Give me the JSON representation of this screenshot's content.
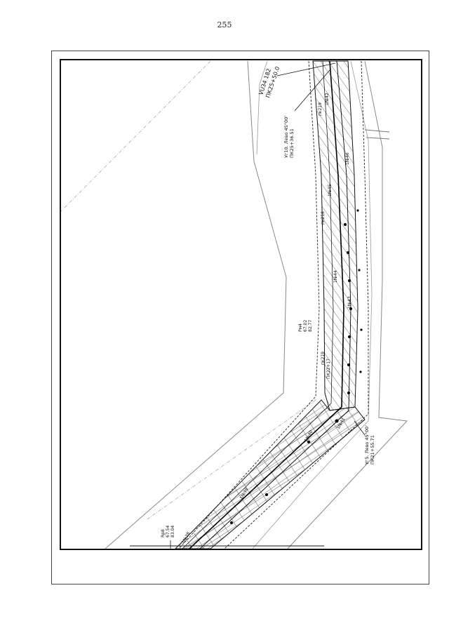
{
  "page": {
    "number": "255"
  },
  "drawing": {
    "labels": {
      "vu34": "VU34 182",
      "pk_top": "ПК25+50.0",
      "ug10": "Уг10. Лево 45°00'",
      "pk_ug10": "ПК25+36.51",
      "pm": "Рм4",
      "pm_v1": "67.02",
      "pm_v2": "82.77",
      "ug5": "Уг5. Лево 45°00'",
      "pk_ug5": "ПК21+55.71",
      "rp": "Rp8",
      "rp_v1": "67.54",
      "rp_v2": "83.04",
      "pit_218": "пк218",
      "pit_219": "пк219",
      "pit_219b": "пк219",
      "pk22": "ПК22+17",
      "n46": "1№46",
      "n45": "1№45",
      "n44": "1№44",
      "n43": "1№43",
      "n42": "1№42",
      "n41": "1№41",
      "n40": "1№40",
      "n39": "1№39",
      "n38": "1№38"
    }
  }
}
